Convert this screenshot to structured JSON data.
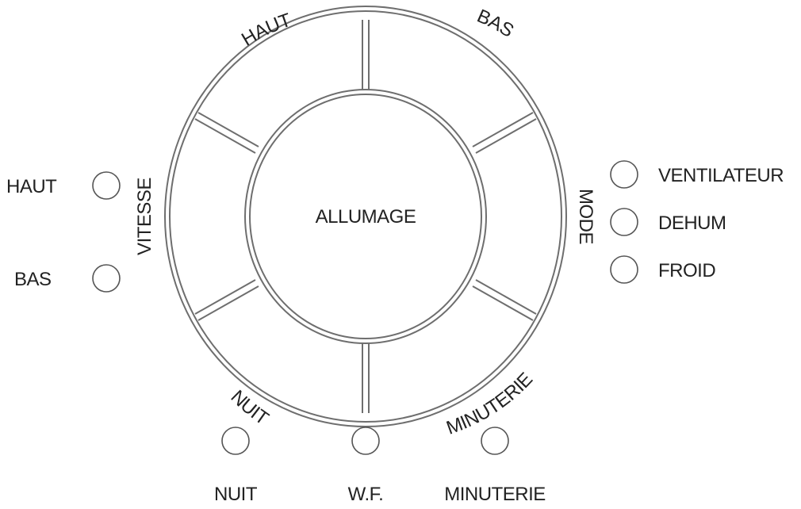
{
  "dial": {
    "center_label": "ALLUMAGE",
    "segments": {
      "top_left": "HAUT",
      "top_right": "BAS",
      "left": "VITESSE",
      "right": "MODE",
      "bottom_left": "NUIT",
      "bottom_right": "MINUTERIE"
    }
  },
  "speed_indicators": [
    {
      "label": "HAUT"
    },
    {
      "label": "BAS"
    }
  ],
  "mode_indicators": [
    {
      "label": "VENTILATEUR"
    },
    {
      "label": "DEHUM"
    },
    {
      "label": "FROID"
    }
  ],
  "bottom_indicators": [
    {
      "label": "NUIT"
    },
    {
      "label": "W.F."
    },
    {
      "label": "MINUTERIE"
    }
  ],
  "colors": {
    "outline": "#6e6e6e",
    "text": "#222222",
    "background": "#ffffff"
  }
}
